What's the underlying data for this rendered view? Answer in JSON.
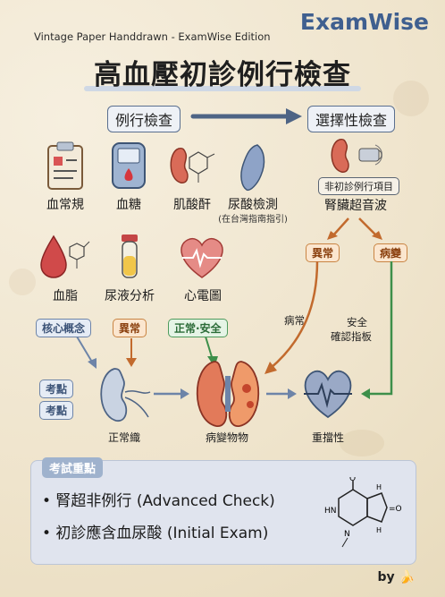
{
  "brand": "ExamWise",
  "edition": "Vintage Paper Handdrawn - ExamWise Edition",
  "title": "高血壓初診例行檢查",
  "routine_label": "例行檢查",
  "selective_label": "選擇性檢查",
  "routine_items": [
    {
      "label": "血常規",
      "icon": "clipboard-icon"
    },
    {
      "label": "血糖",
      "icon": "glucometer-icon"
    },
    {
      "label": "肌酸酐",
      "icon": "kidney-molecule-icon"
    },
    {
      "label": "尿酸檢測",
      "icon": "taiwan-map-icon",
      "note": "(在台灣指南指引)"
    },
    {
      "label": "血脂",
      "icon": "blood-drop-molecule-icon"
    },
    {
      "label": "尿液分析",
      "icon": "urine-tube-icon"
    },
    {
      "label": "心電圖",
      "icon": "ecg-heart-icon"
    }
  ],
  "selective": {
    "badge": "非初診例行項目",
    "label": "腎臟超音波",
    "abnormal": "異常",
    "lesion": "病變",
    "abnormal_text": "病常",
    "safe_text_1": "安全",
    "safe_text_2": "確認指板"
  },
  "flow": {
    "core_concept": "核心概念",
    "abnormal": "異常",
    "normal_safe": "正常·安全",
    "exam_point_1": "考點",
    "exam_point_2": "考點",
    "normal_label": "正常織",
    "lesion_label": "病變物物",
    "heavy_label": "重擋性"
  },
  "exam_focus": {
    "title": "考試重點",
    "bullets": [
      "• 腎超非例行 (Advanced Check)",
      "• 初診應含血尿酸 (Initial Exam)"
    ]
  },
  "by": "by"
}
